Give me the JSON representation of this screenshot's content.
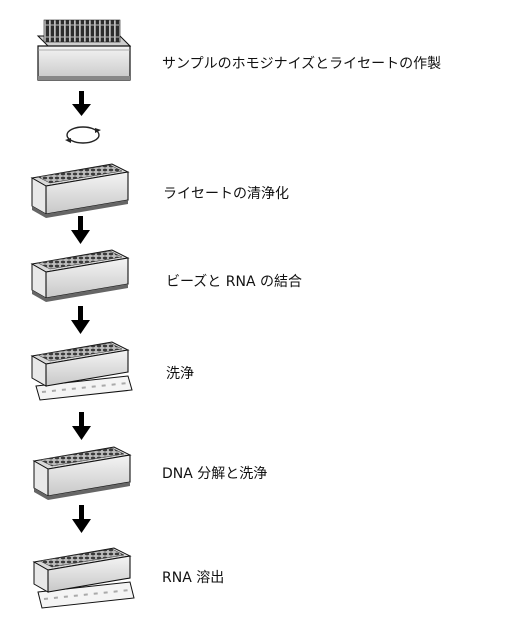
{
  "steps": [
    {
      "label": "サンプルのホモジナイズとライセートの作製",
      "icon": "tube-rack-icon"
    },
    {
      "label": "ライセートの清浄化",
      "icon": "plate-icon"
    },
    {
      "label": "ビーズと RNA の結合",
      "icon": "plate-icon"
    },
    {
      "label": "洗浄",
      "icon": "plate-on-magnet-icon"
    },
    {
      "label": "DNA 分解と洗浄",
      "icon": "plate-icon"
    },
    {
      "label": "RNA 溶出",
      "icon": "plate-on-magnet-icon"
    }
  ],
  "colors": {
    "ink": "#111111",
    "plate_side": "#dcdcdc",
    "well": "#444444",
    "magnet": "#f2f2f2"
  }
}
